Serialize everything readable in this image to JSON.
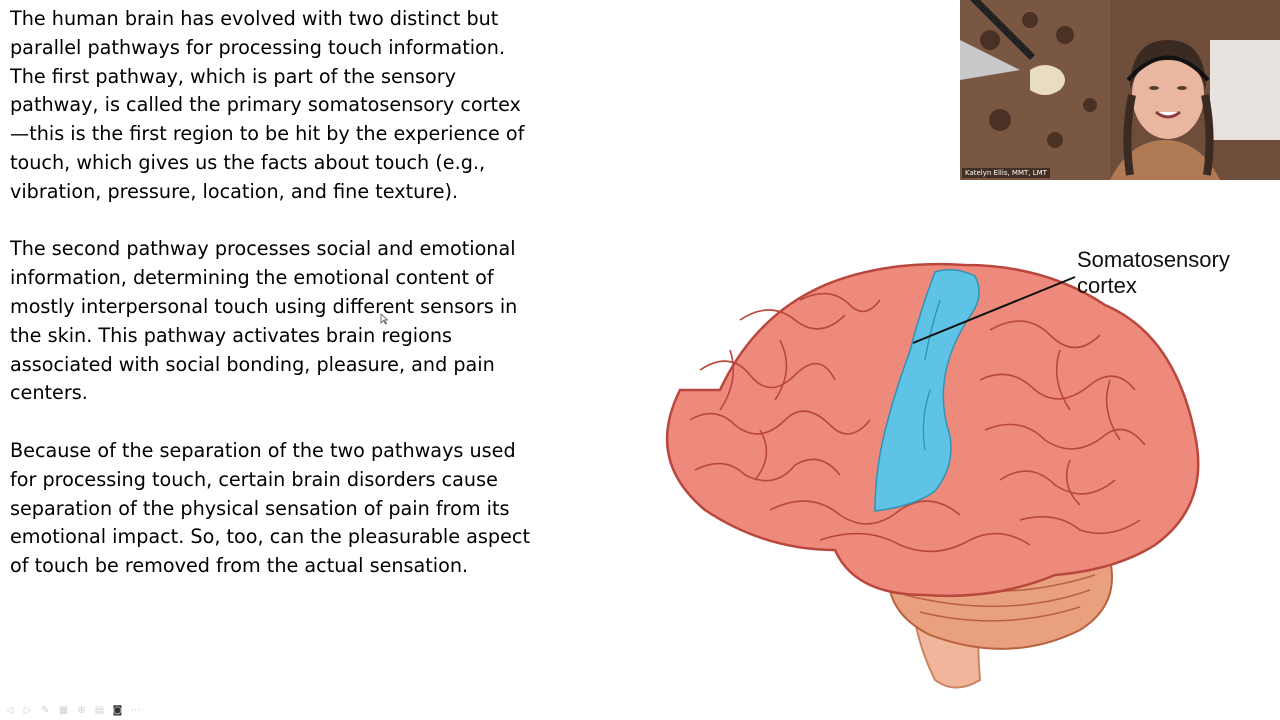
{
  "slide": {
    "paragraphs": [
      "The human brain has evolved with two distinct but parallel pathways for processing touch information. The first pathway, which is part of the sensory pathway, is called the primary somatosensory cortex—this is the first region to be hit by the experience of touch, which gives us the facts about touch (e.g., vibration, pressure, location, and fine texture).",
      "The second pathway processes social and emotional information, determining the emotional content of mostly interpersonal touch using different sensors in the skin. This pathway activates brain regions associated with social bonding, pleasure, and pain centers.",
      "Because of the separation of the two pathways used for processing touch, certain brain disorders cause separation of the physical sensation of pain from its emotional impact. So, too, can the pleasurable aspect of touch be removed from the actual sensation."
    ],
    "brain_label_line1": "Somatosensory",
    "brain_label_line2": "cortex"
  },
  "webcam": {
    "name": "Katelyn Ellis, MMT, LMT"
  },
  "colors": {
    "brain_fill": "#ee8a7c",
    "brain_stroke": "#b9473d",
    "cortex_fill": "#5ec3e4",
    "cerebellum_fill": "#e8a07f",
    "stem_fill": "#f0b59a"
  },
  "toolbar": {
    "icons": [
      "previous-icon",
      "next-icon",
      "pen-icon",
      "slides-icon",
      "zoom-icon",
      "subtitles-icon",
      "camera-icon",
      "more-icon"
    ]
  }
}
